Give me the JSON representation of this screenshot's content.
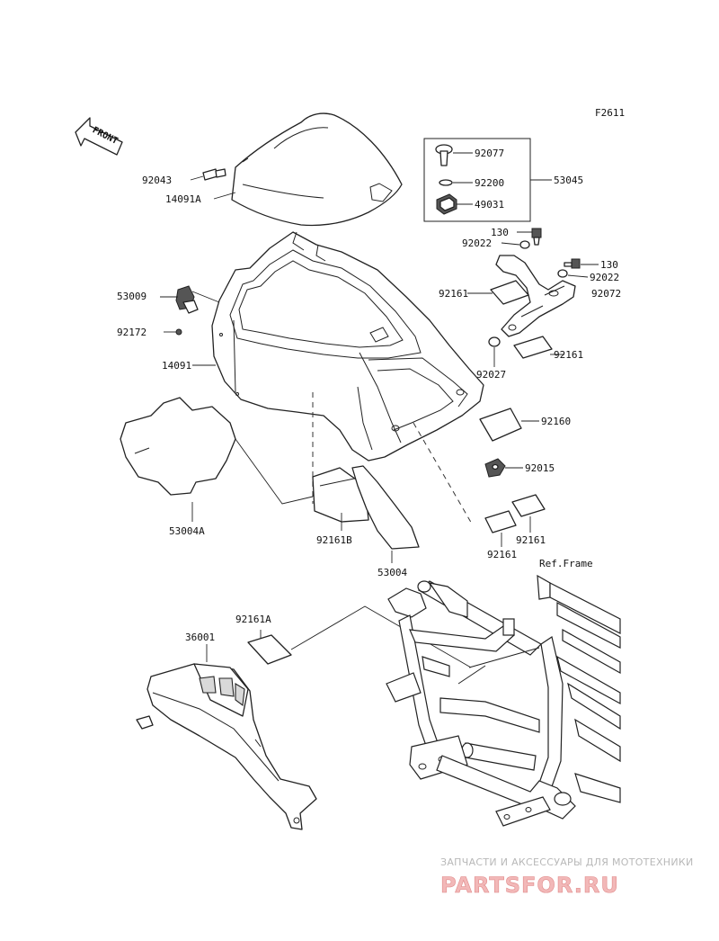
{
  "figure_id": "F2611",
  "front_label": "FRONT",
  "ref_note": "Ref.Frame",
  "callouts": {
    "c92043": "92043",
    "c14091A": "14091A",
    "c92077": "92077",
    "c92200": "92200",
    "c49031": "49031",
    "c53045": "53045",
    "c130a": "130",
    "c92022a": "92022",
    "c130b": "130",
    "c92022b": "92022",
    "c92072": "92072",
    "c53009": "53009",
    "c92161a": "92161",
    "c92172": "92172",
    "c14091": "14091",
    "c92161b": "92161",
    "c92027": "92027",
    "c92160": "92160",
    "c92015": "92015",
    "c53004A": "53004A",
    "c92161B": "92161B",
    "c53004": "53004",
    "c92161c": "92161",
    "c92161d": "92161",
    "c92161A": "92161A",
    "c36001": "36001"
  },
  "watermark": {
    "tagline": "ЗАПЧАСТИ И АКСЕССУАРЫ ДЛЯ МОТОТЕХНИКИ",
    "logo": "PARTSFOR.RU"
  }
}
